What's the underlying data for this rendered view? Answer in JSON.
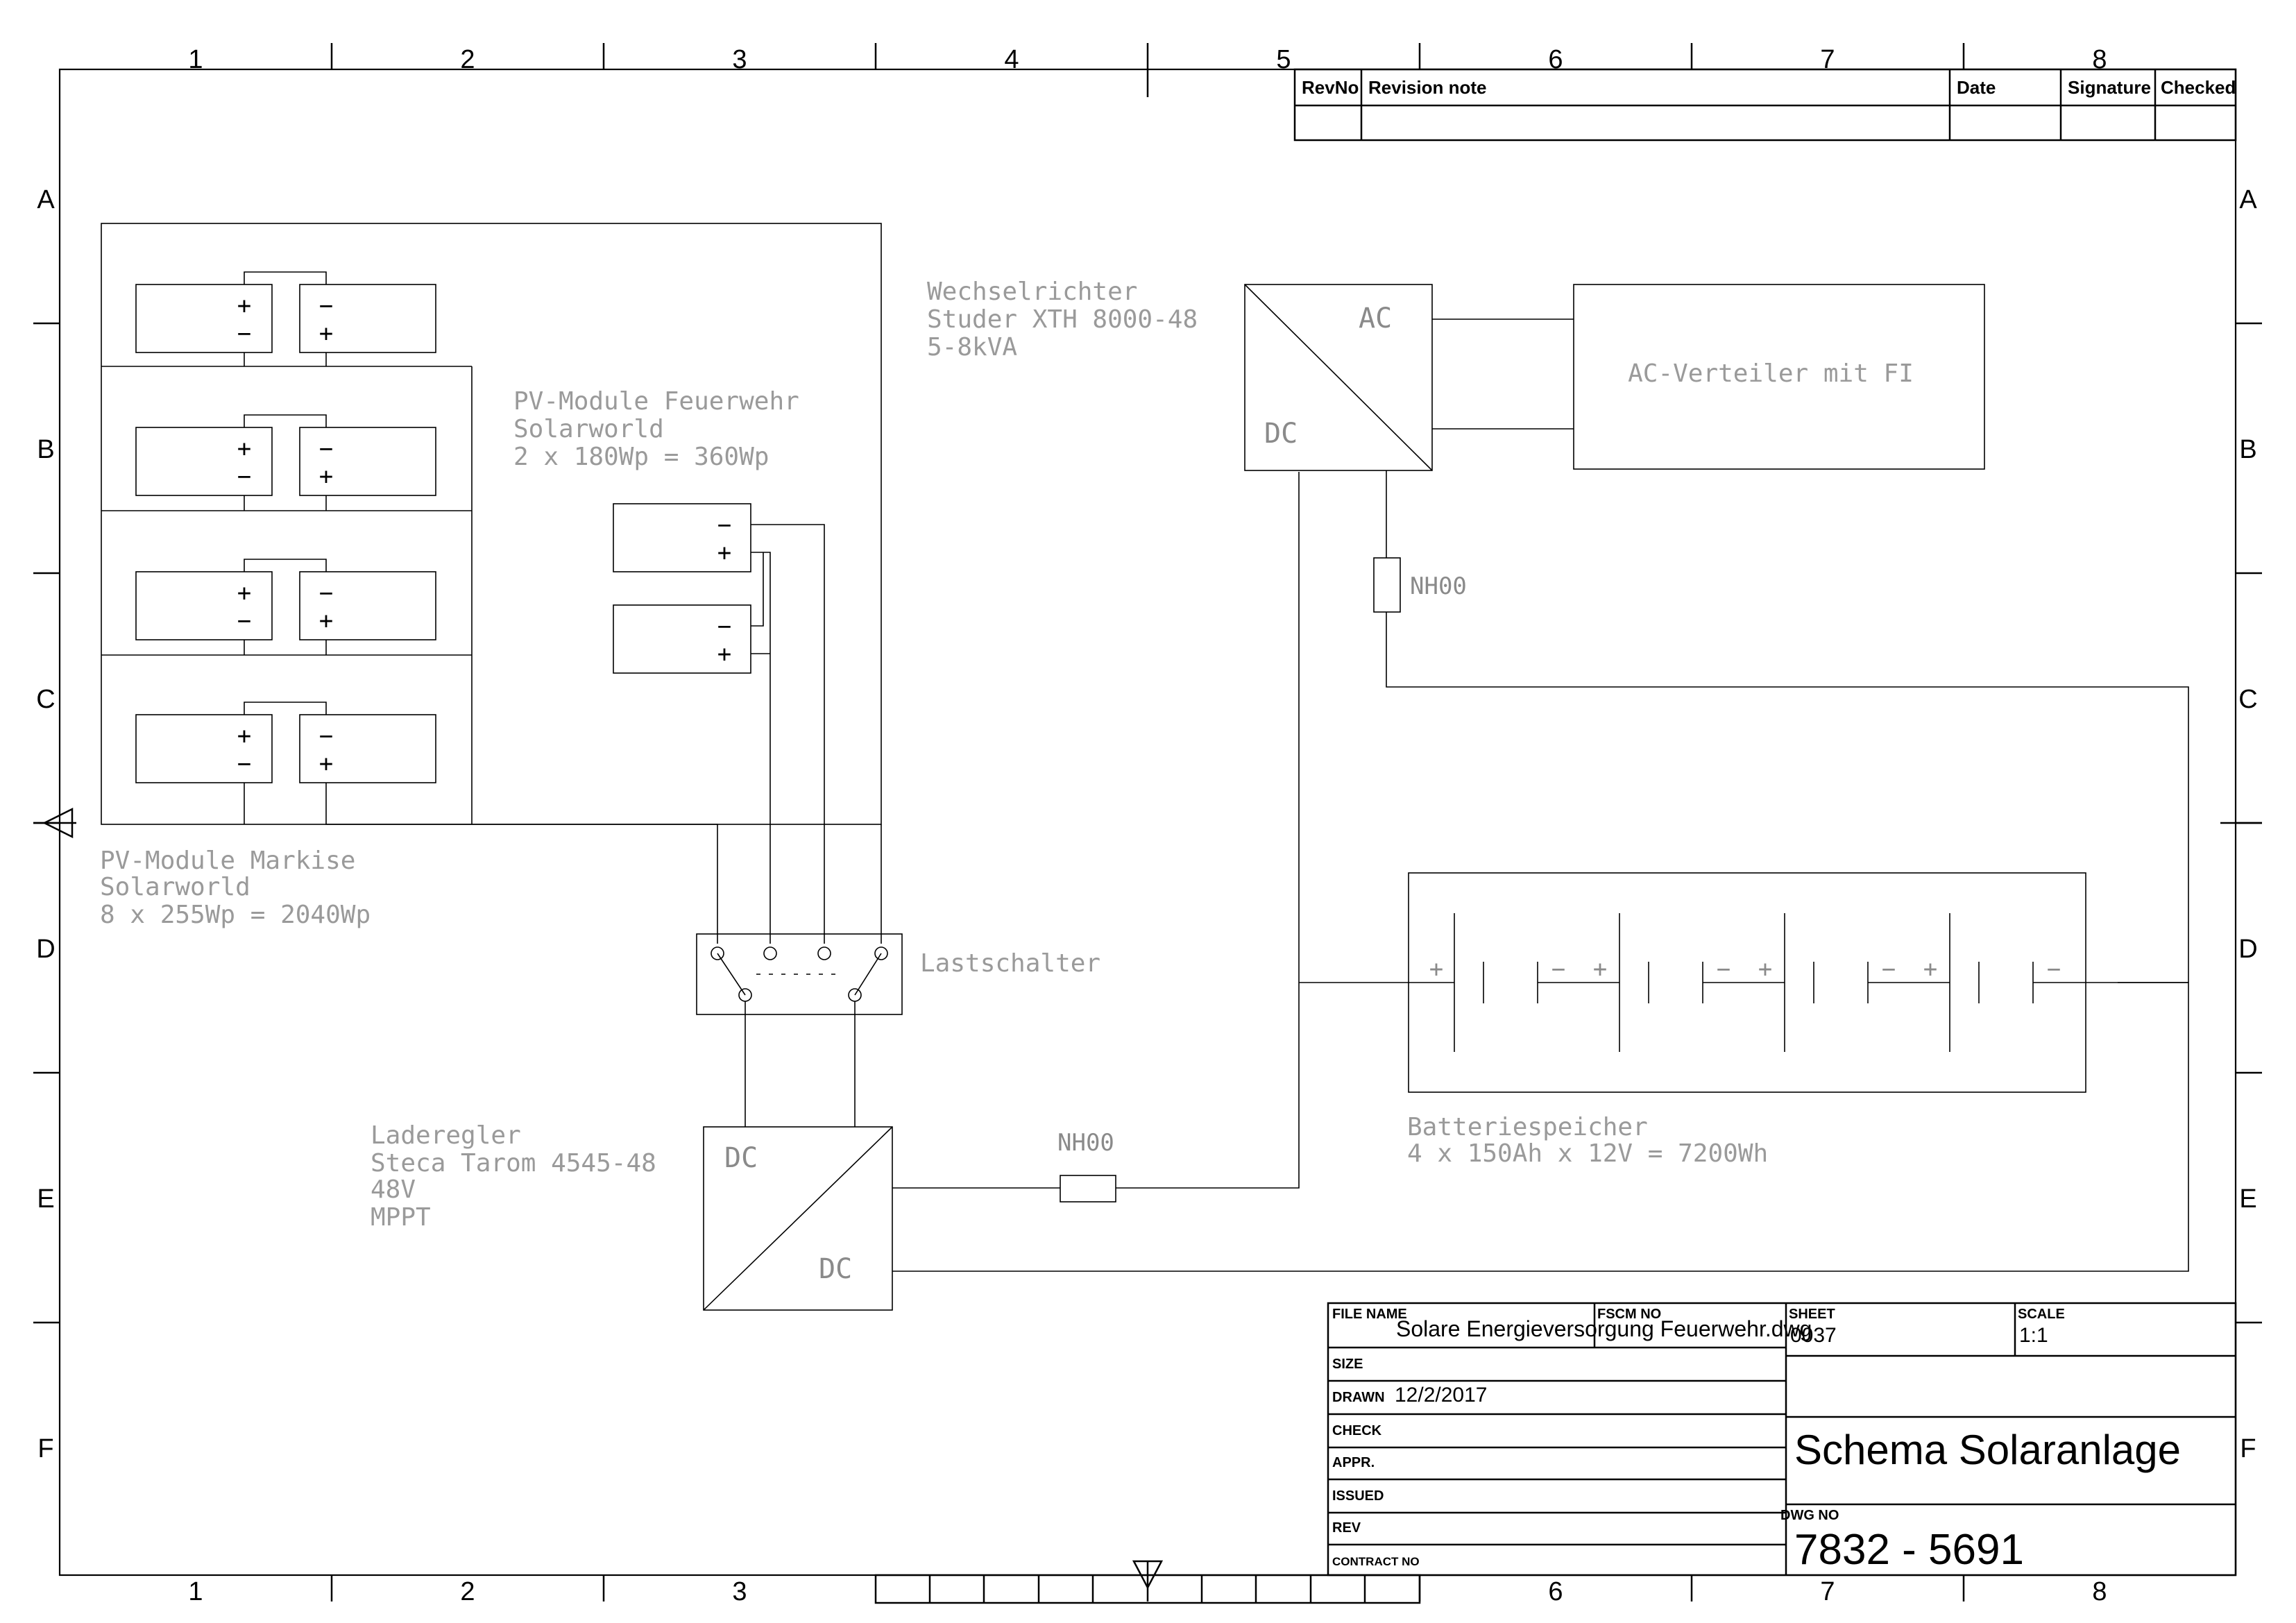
{
  "grid": {
    "columns": [
      "1",
      "2",
      "3",
      "4",
      "5",
      "6",
      "7",
      "8"
    ],
    "rows": [
      "A",
      "B",
      "C",
      "D",
      "E",
      "F"
    ]
  },
  "revision_table": {
    "headers": [
      "RevNo",
      "Revision note",
      "Date",
      "Signature",
      "Checked"
    ]
  },
  "pv_markise": {
    "lines": [
      "PV-Module Markise",
      "Solarworld",
      "8 x 255Wp = 2040Wp"
    ],
    "module_top_sign": "+",
    "module_bottom_sign": "−",
    "module_top_sign_r": "−",
    "module_bottom_sign_r": "+"
  },
  "pv_feuerwehr": {
    "lines": [
      "PV-Module Feuerwehr",
      "Solarworld",
      "2 x 180Wp = 360Wp"
    ],
    "minus": "−",
    "plus": "+"
  },
  "inverter": {
    "lines": [
      "Wechselrichter",
      "Studer XTH 8000-48",
      "5-8kVA"
    ],
    "ac": "AC",
    "dc": "DC"
  },
  "ac_distribution": {
    "label": "AC-Verteiler mit FI"
  },
  "fuse_top": {
    "label": "NH00"
  },
  "fuse_bottom": {
    "label": "NH00"
  },
  "load_switch": {
    "label": "Lastschalter"
  },
  "charge_controller": {
    "lines": [
      "Laderegler",
      "Steca Tarom 4545-48",
      "48V",
      "MPPT"
    ],
    "dc_in": "DC",
    "dc_out": "DC"
  },
  "battery": {
    "lines": [
      "Batteriespeicher",
      "4 x 150Ah x 12V = 7200Wh"
    ],
    "plus": "+",
    "minus": "−"
  },
  "title_block": {
    "file_name_label": "FILE NAME",
    "file_name": "Solare Energieversorgung Feuerwehr.dwg",
    "fscm_label": "FSCM NO",
    "sheet_label": "SHEET",
    "sheet": "0037",
    "scale_label": "SCALE",
    "scale": "1:1",
    "size_label": "SIZE",
    "drawn_label": "DRAWN",
    "drawn": "12/2/2017",
    "check_label": "CHECK",
    "appr_label": "APPR.",
    "issued_label": "ISSUED",
    "rev_label": "REV",
    "contract_label": "CONTRACT NO",
    "title": "Schema Solaranlage",
    "dwg_label": "DWG NO",
    "dwg_no": "7832 - 5691"
  }
}
